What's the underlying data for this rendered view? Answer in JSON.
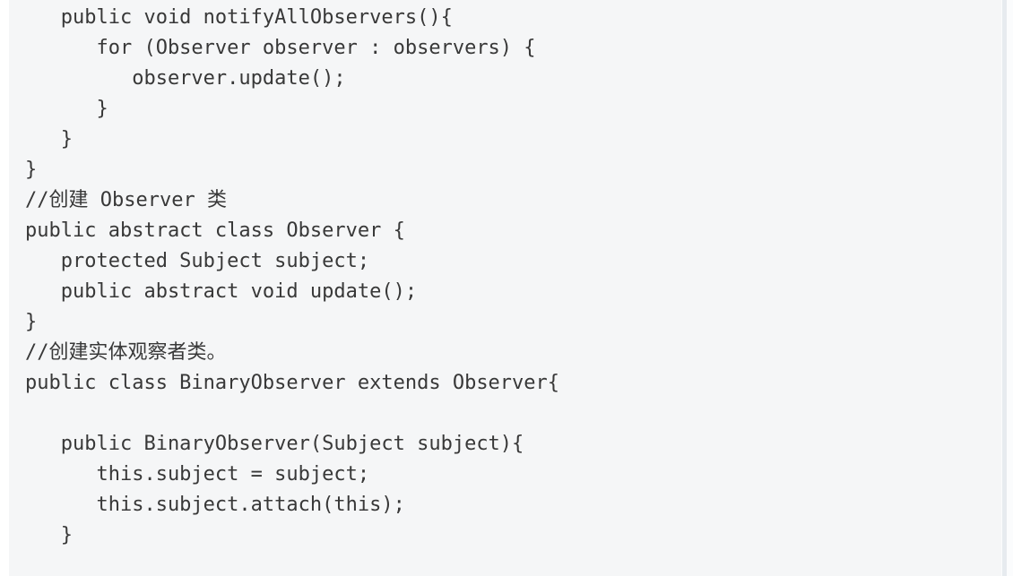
{
  "page": {
    "background_color": "#ffffff"
  },
  "code_block": {
    "language": "java",
    "background_color": "#f5f6f7",
    "text_color": "#383838",
    "lines": [
      "   public void notifyAllObservers(){",
      "      for (Observer observer : observers) {",
      "         observer.update();",
      "      }",
      "   }",
      "}",
      "//创建 Observer 类",
      "public abstract class Observer {",
      "   protected Subject subject;",
      "   public abstract void update();",
      "}",
      "//创建实体观察者类。",
      "public class BinaryObserver extends Observer{",
      "",
      "   public BinaryObserver(Subject subject){",
      "      this.subject = subject;",
      "      this.subject.attach(this);",
      "   }"
    ]
  },
  "scrollbar": {
    "track_color": "#e7ebef",
    "gutter_color": "#fbfcfd"
  }
}
